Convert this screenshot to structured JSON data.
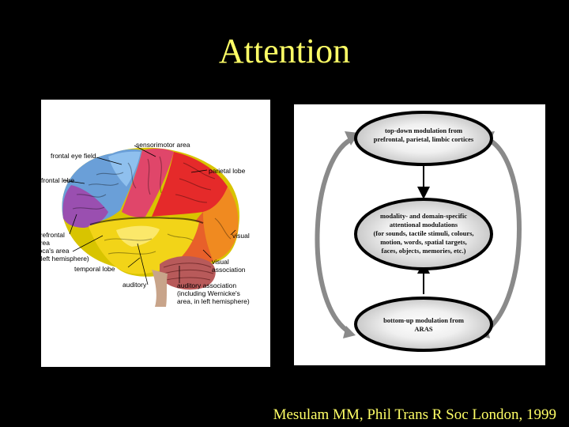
{
  "slide": {
    "title": "Attention",
    "citation": "Mesulam MM, Phil Trans R Soc London, 1999"
  },
  "brain_labels": {
    "sensorimotor": "sensorimotor area",
    "frontal_eye": "frontal eye field",
    "parietal": "parietal lobe",
    "frontal": "frontal lobe",
    "prefrontal": "prefrontal\narea",
    "broca": "Broca's area\n(in left hemisphere)",
    "visual": "visual",
    "visual_assoc": "visual\nassociation",
    "temporal": "temporal lobe",
    "auditory": "auditory",
    "auditory_assoc": "auditory association\n(including Wernicke's\narea, in left hemisphere)"
  },
  "flow": {
    "top": "top-down modulation from\nprefrontal, parietal, limbic cortices",
    "middle": "modality- and domain-specific\nattentional modulations\n(for sounds, tactile stimuli, colours,\nmotion, words, spatial targets,\nfaces, objects, memories, etc.)",
    "bottom": "bottom-up modulation from\nARAS"
  },
  "colors": {
    "title_text": "#ffff66",
    "background": "#000000"
  }
}
